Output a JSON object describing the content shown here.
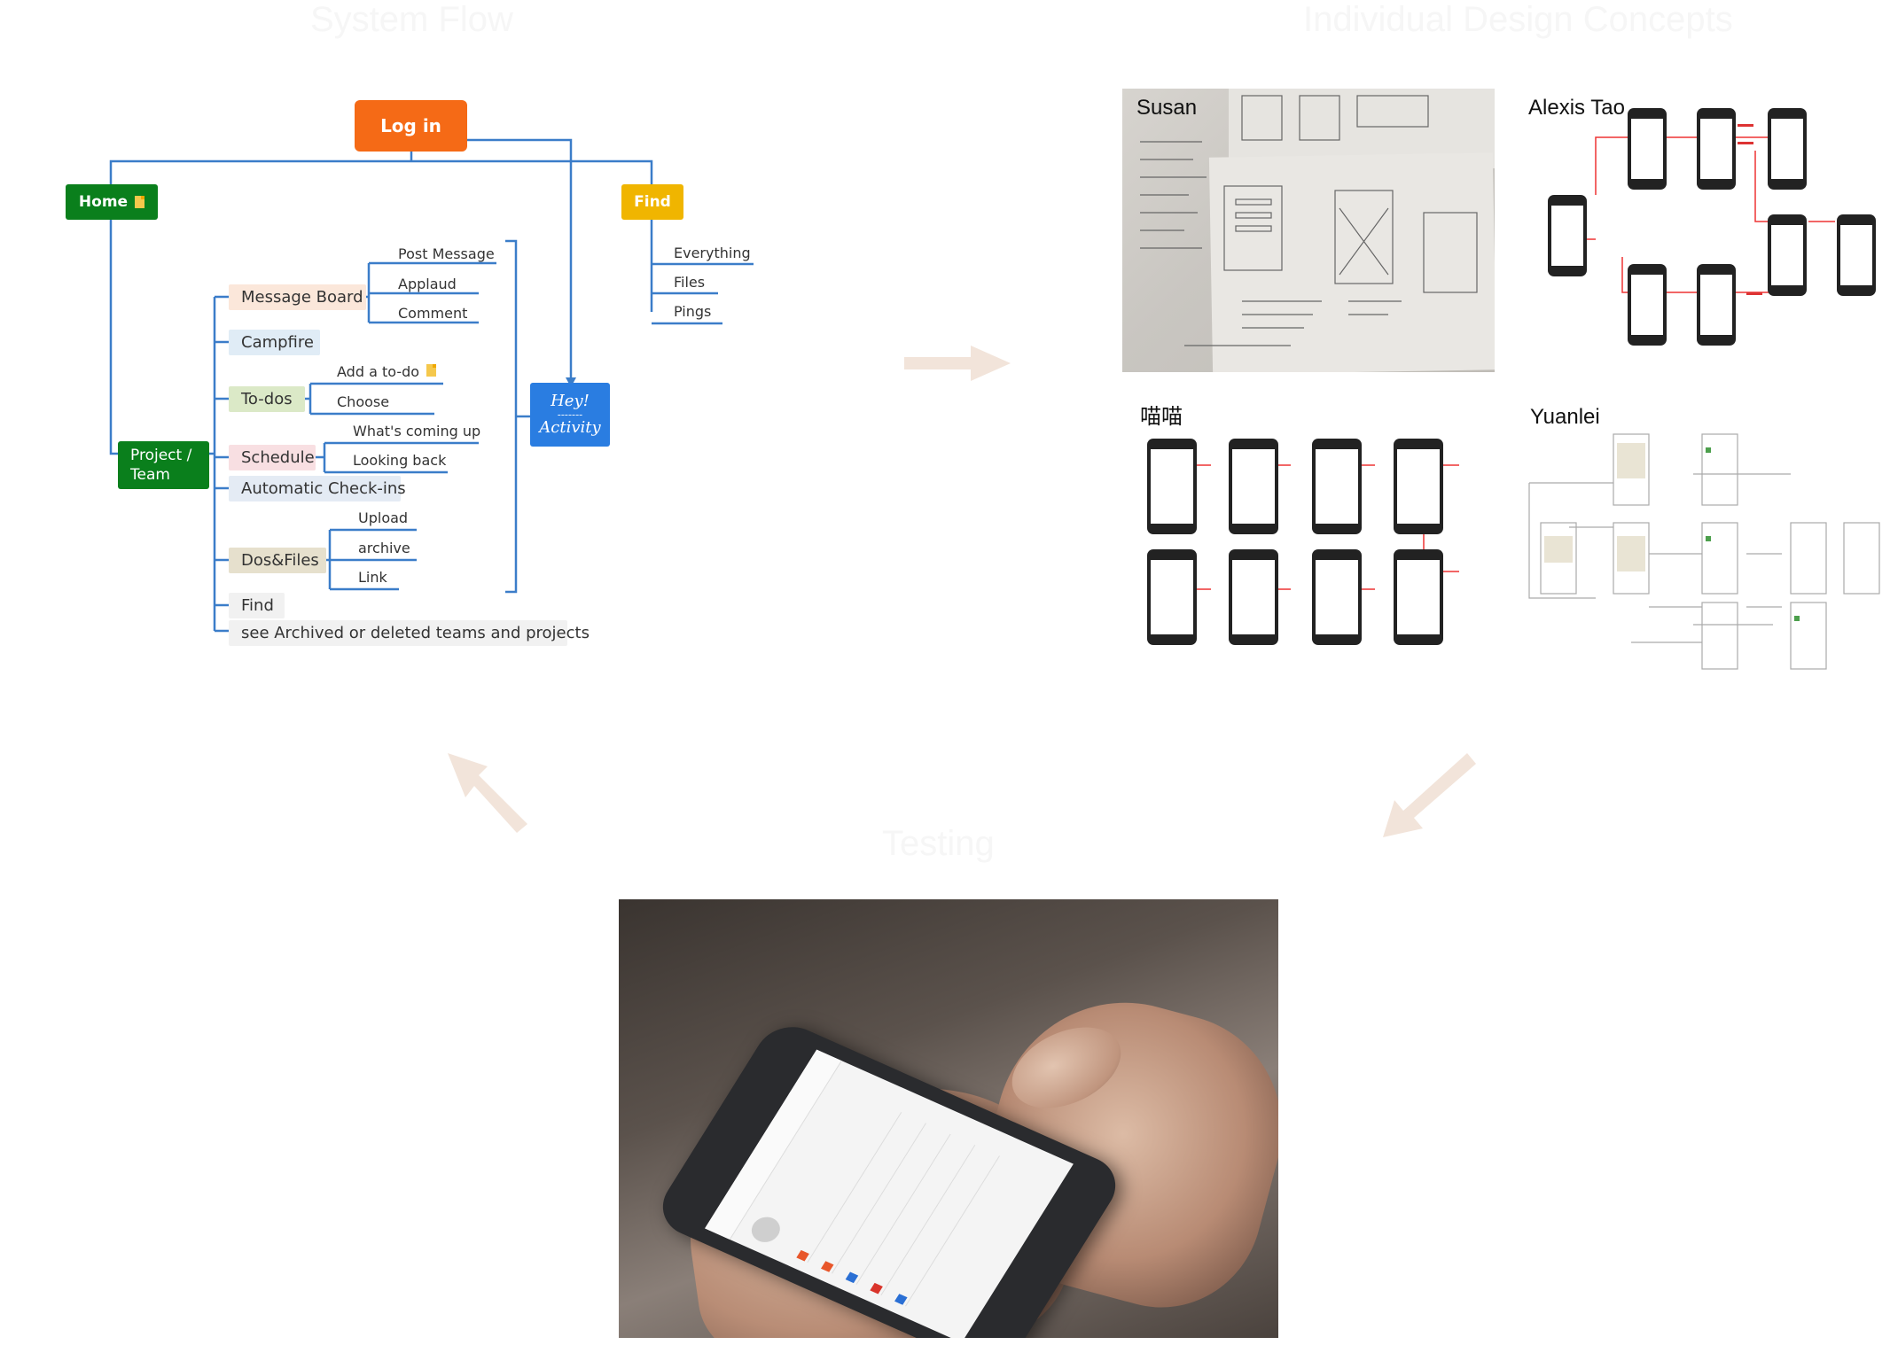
{
  "headings": {
    "left": "System Flow",
    "right": "Individual Design Concepts",
    "bottom": "Testing"
  },
  "mindmap": {
    "root": "Log in",
    "home": "Home",
    "find": "Find",
    "project": "Project /\nTeam",
    "hey_line1": "Hey!",
    "hey_sep": "-------",
    "hey_line2": "Activity",
    "find_items": [
      "Everything",
      "Files",
      "Pings"
    ],
    "project_items": [
      {
        "label": "Message Board",
        "children": [
          "Post Message",
          "Applaud",
          "Comment"
        ]
      },
      {
        "label": "Campfire",
        "children": []
      },
      {
        "label": "To-dos",
        "children": [
          "Add a to-do",
          "Choose"
        ]
      },
      {
        "label": "Schedule",
        "children": [
          "What's coming up",
          "Looking back"
        ]
      },
      {
        "label": "Automatic Check-ins",
        "children": []
      },
      {
        "label": "Dos&Files",
        "children": [
          "Upload",
          "archive",
          "Link"
        ]
      },
      {
        "label": "Find",
        "children": []
      },
      {
        "label": "see Archived or deleted teams and projects",
        "children": []
      }
    ]
  },
  "concepts": [
    "Susan",
    "Alexis Tao",
    "喵喵",
    "Yuanlei"
  ],
  "colors": {
    "root": "#f56a16",
    "home": "#0a7f1c",
    "find": "#f0b500",
    "activity": "#2a7de1",
    "line": "#3b7dc9",
    "arrow": "#f2e4da"
  }
}
